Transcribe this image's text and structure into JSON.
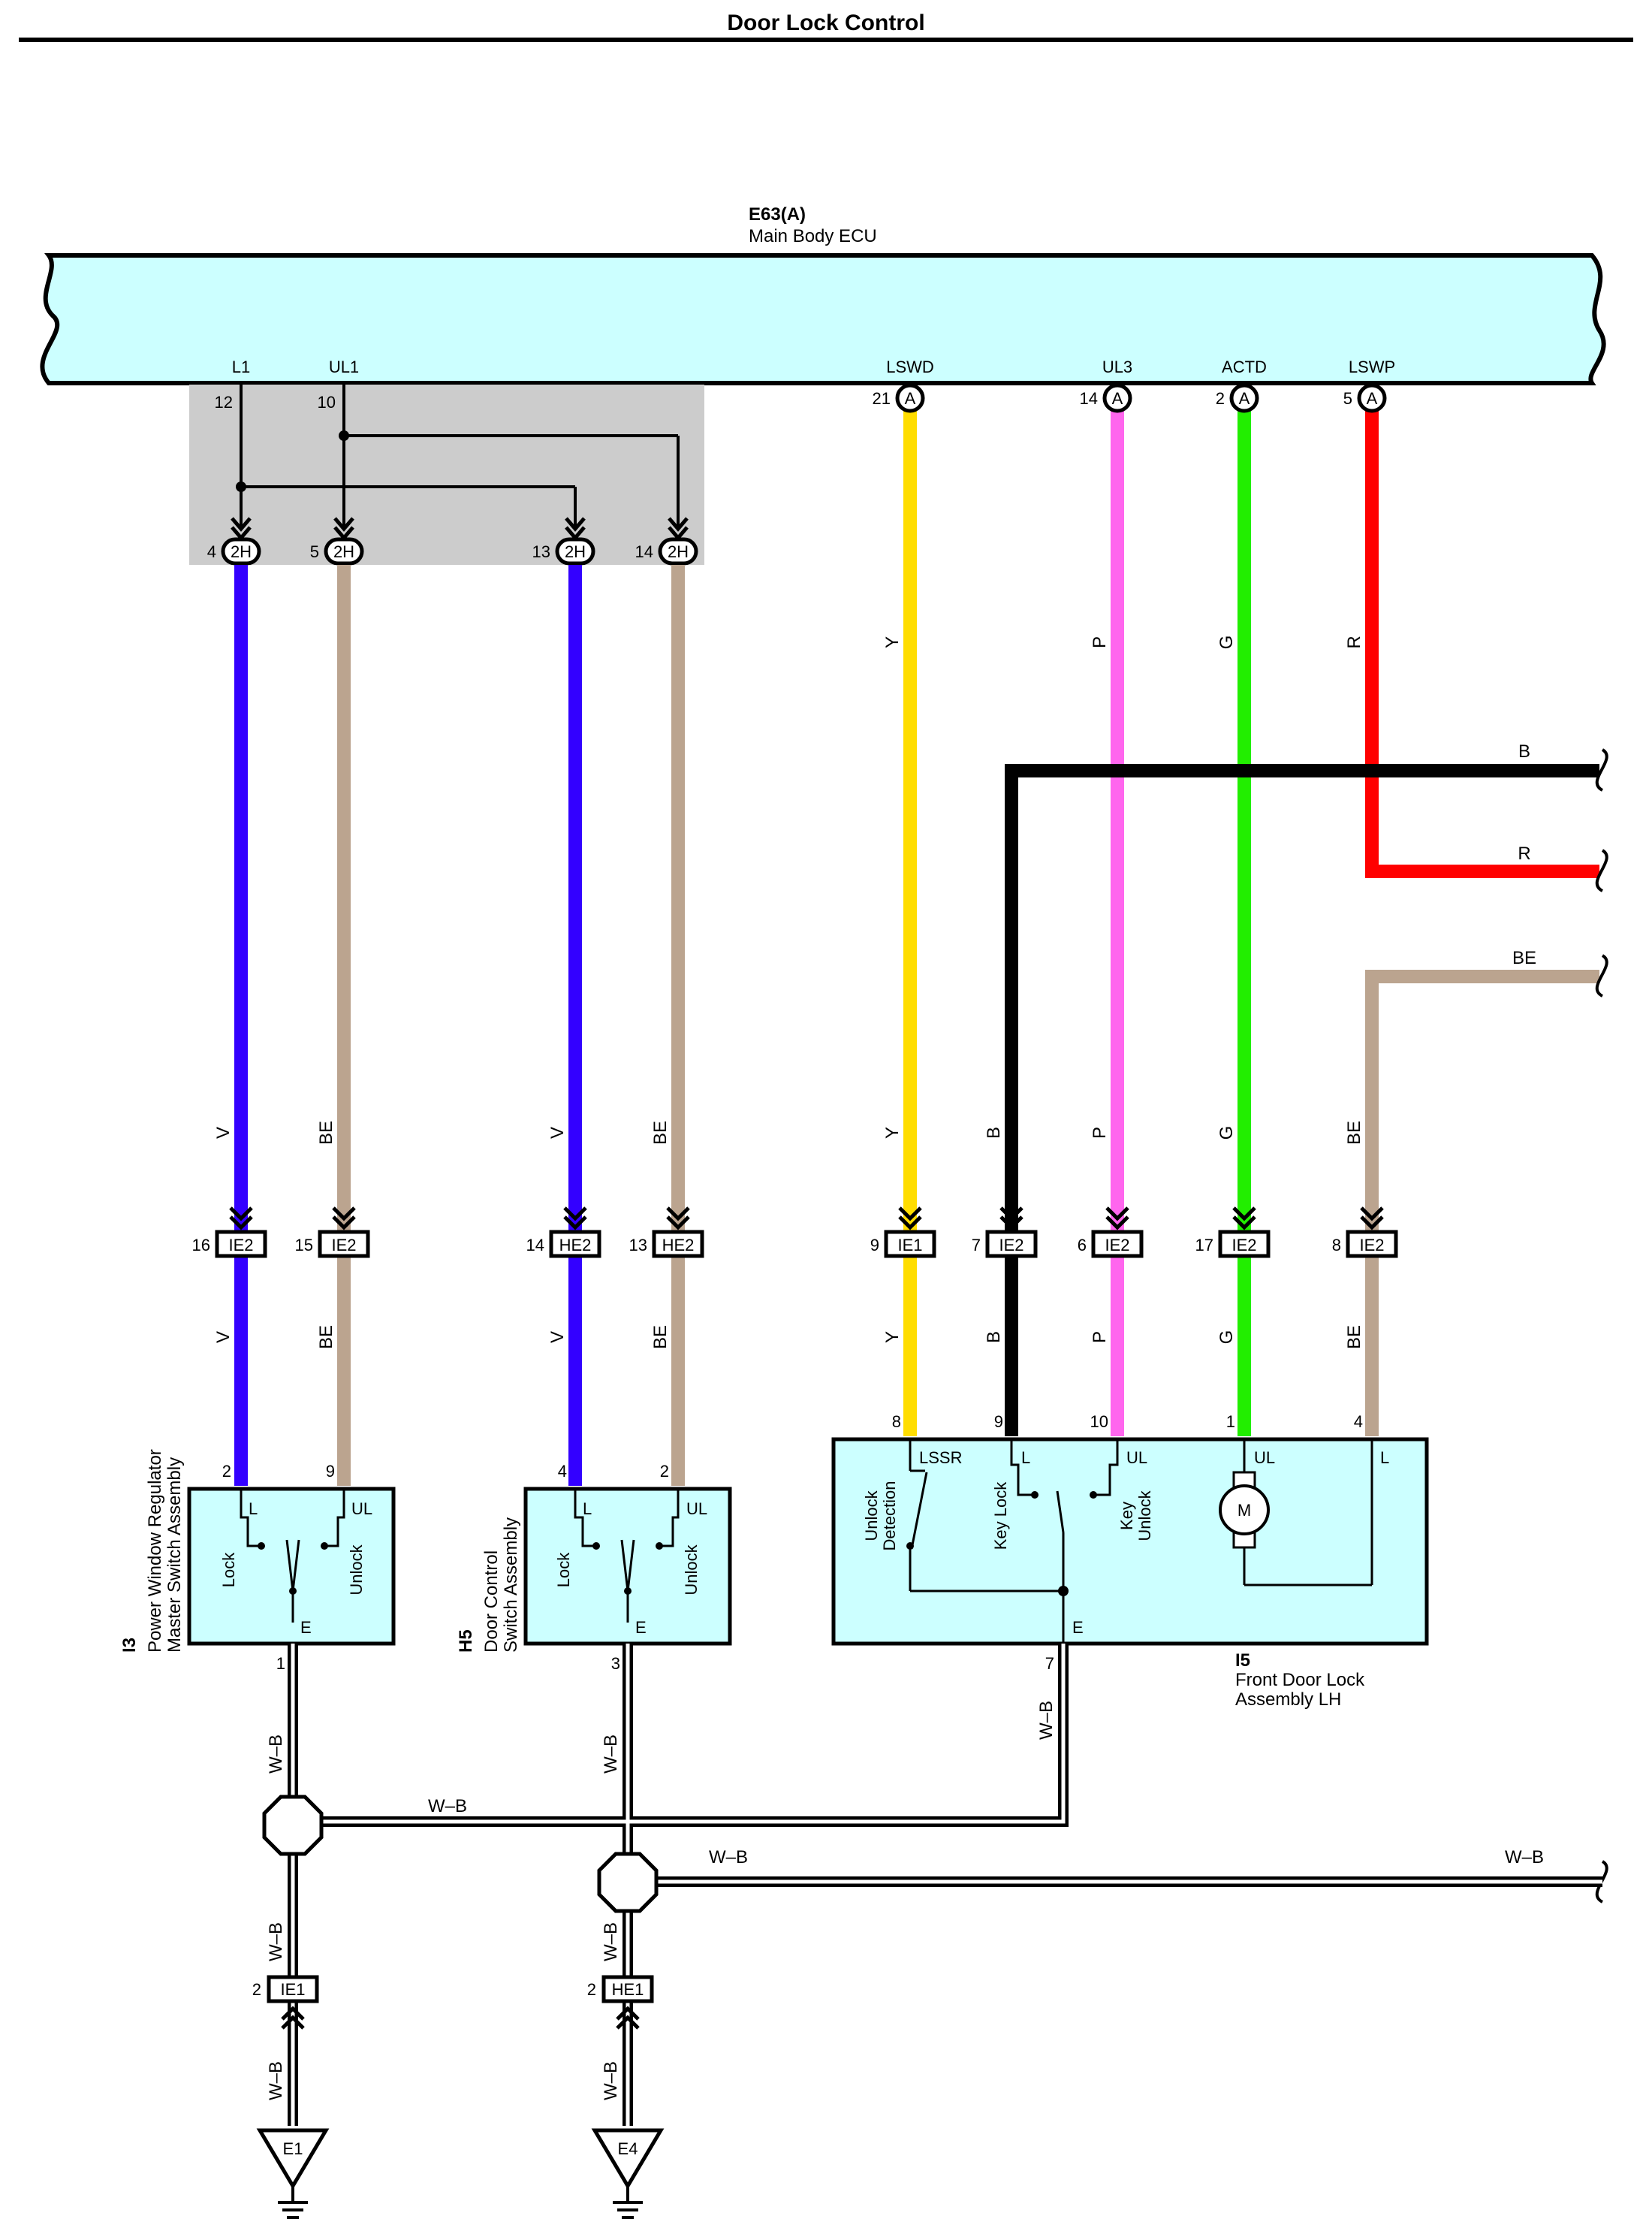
{
  "title": "Door Lock Control",
  "ecu": {
    "code": "E63(A)",
    "name": "Main Body ECU",
    "terminals": [
      {
        "name": "L1",
        "pin": "12"
      },
      {
        "name": "UL1",
        "pin": "10"
      },
      {
        "name": "LSWD",
        "pin": "21",
        "conn": "A"
      },
      {
        "name": "UL3",
        "pin": "14",
        "conn": "A"
      },
      {
        "name": "ACTD",
        "pin": "2",
        "conn": "A"
      },
      {
        "name": "LSWP",
        "pin": "5",
        "conn": "A"
      }
    ]
  },
  "connectors_2h": [
    {
      "pin": "4",
      "label": "2H"
    },
    {
      "pin": "5",
      "label": "2H"
    },
    {
      "pin": "13",
      "label": "2H"
    },
    {
      "pin": "14",
      "label": "2H"
    }
  ],
  "wire_colors": {
    "V": "#3300ff",
    "BE": "#bba48f",
    "Y": "#ffdd00",
    "P": "#ff66ee",
    "G": "#22ee00",
    "R": "#ff0000",
    "B": "#000000"
  },
  "wire_labels": {
    "top": [
      "Y",
      "P",
      "G",
      "R"
    ],
    "mid": [
      "V",
      "BE",
      "V",
      "BE",
      "Y",
      "B",
      "P",
      "G",
      "BE"
    ],
    "low": [
      "V",
      "BE",
      "V",
      "BE",
      "Y",
      "B",
      "P",
      "G",
      "BE"
    ],
    "branch": [
      "B",
      "R",
      "BE"
    ]
  },
  "connectors_mid": [
    {
      "pin": "16",
      "label": "IE2"
    },
    {
      "pin": "15",
      "label": "IE2"
    },
    {
      "pin": "14",
      "label": "HE2"
    },
    {
      "pin": "13",
      "label": "HE2"
    },
    {
      "pin": "9",
      "label": "IE1"
    },
    {
      "pin": "7",
      "label": "IE2"
    },
    {
      "pin": "6",
      "label": "IE2"
    },
    {
      "pin": "17",
      "label": "IE2"
    },
    {
      "pin": "8",
      "label": "IE2"
    }
  ],
  "i3": {
    "code": "I3",
    "line1": "Power Window Regulator",
    "line2": "Master Switch Assembly",
    "pins": [
      "2",
      "9",
      "1"
    ],
    "terms": [
      "L",
      "UL",
      "E"
    ],
    "switches": [
      "Lock",
      "Unlock"
    ]
  },
  "h5": {
    "code": "H5",
    "line1": "Door Control",
    "line2": "Switch Assembly",
    "pins": [
      "4",
      "2",
      "3"
    ],
    "terms": [
      "L",
      "UL",
      "E"
    ],
    "switches": [
      "Lock",
      "Unlock"
    ]
  },
  "i5": {
    "code": "I5",
    "line1": "Front Door Lock",
    "line2": "Assembly LH",
    "pins": [
      "8",
      "9",
      "10",
      "1",
      "4",
      "7"
    ],
    "terms": [
      "LSSR",
      "L",
      "UL",
      "UL",
      "L",
      "E"
    ],
    "unlock_detection": [
      "Unlock",
      "Detection"
    ],
    "key_lock": "Key Lock",
    "key_unlock": [
      "Key",
      "Unlock"
    ],
    "motor": "M"
  },
  "ground_wire": "W–B",
  "ground_connectors": [
    {
      "pin": "2",
      "label": "IE1"
    },
    {
      "pin": "2",
      "label": "HE1"
    }
  ],
  "grounds": [
    "E1",
    "E4"
  ]
}
